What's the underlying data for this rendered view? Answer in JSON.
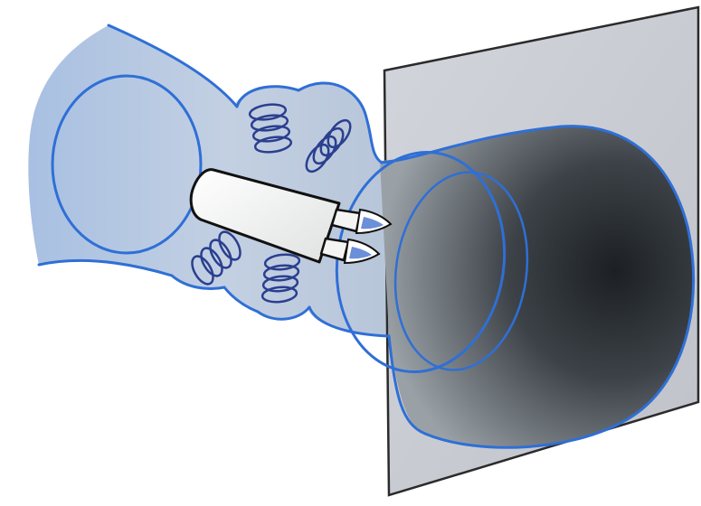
{
  "diagram": {
    "elements": [
      "warp-bubble",
      "bubble-rear-ring",
      "bubble-front-ring",
      "expansion-region",
      "spacetime-plane",
      "spacecraft",
      "engine-flames",
      "distortion-coils"
    ],
    "colors": {
      "bubble_edge": "#2f6fd6",
      "bubble_fill": "#b9cbe3",
      "plane_fill": "#c9ccd2",
      "plane_edge": "#2b2b2b",
      "cone_dark": "#1e2226",
      "cone_light": "#8a9196",
      "spacecraft_fill": "#f4f5f3",
      "coil_color": "#2a3f8f",
      "flame_color": "#6b8fd8"
    }
  }
}
